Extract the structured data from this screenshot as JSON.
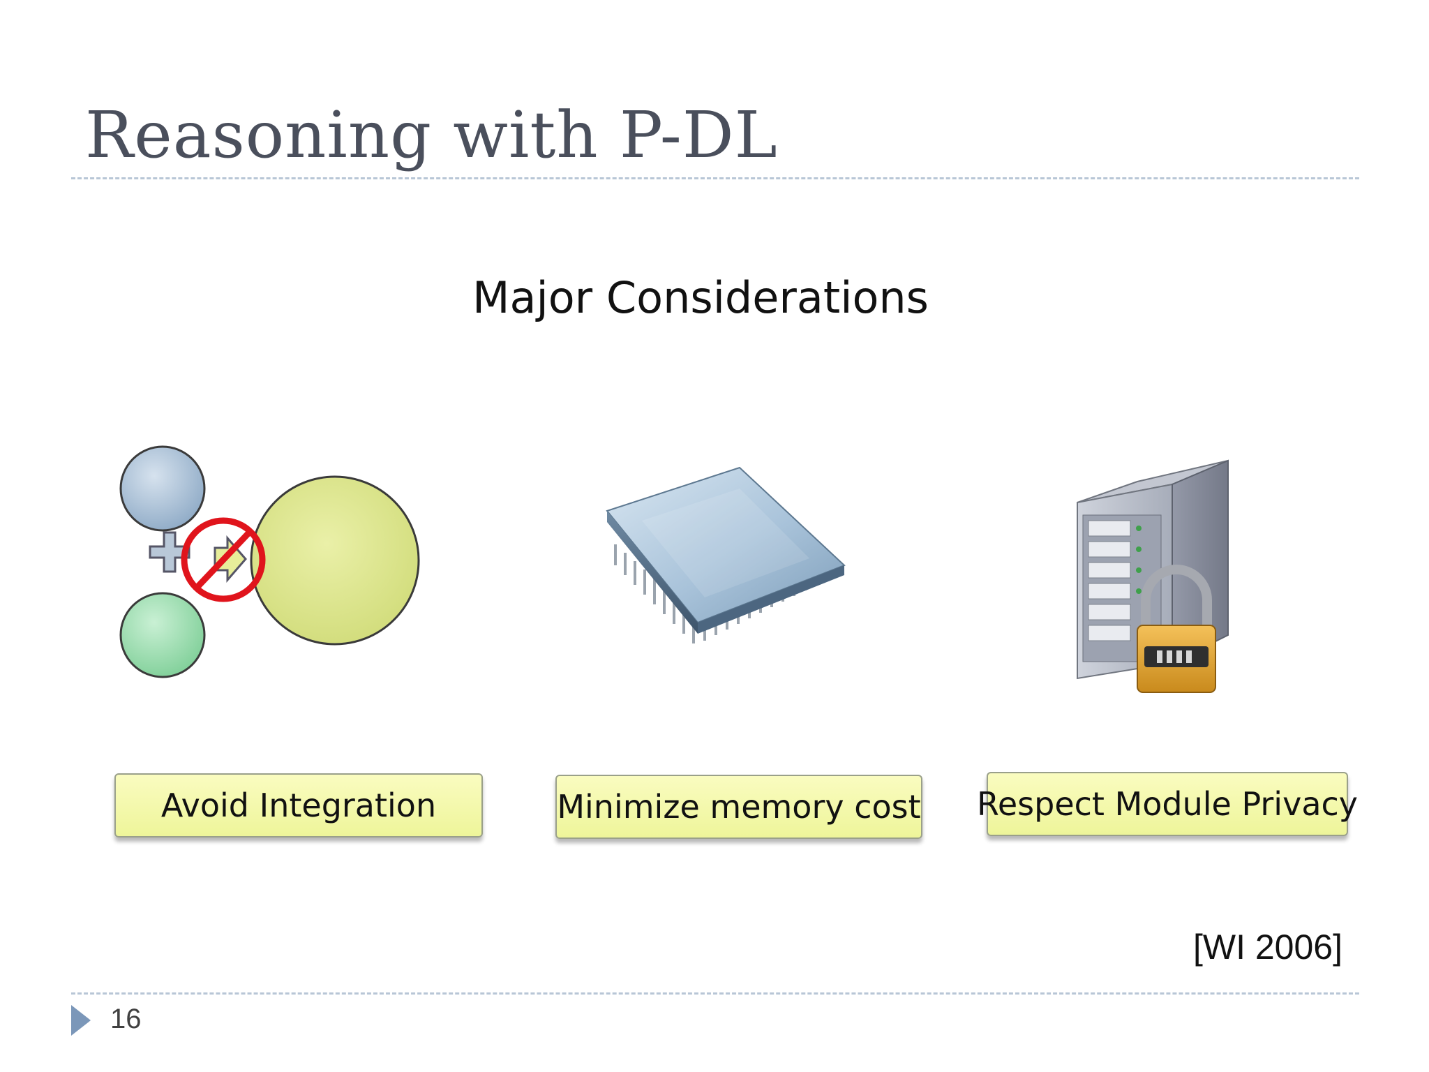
{
  "slide": {
    "title": "Reasoning with P-DL",
    "subtitle": "Major Considerations",
    "items": [
      {
        "label": "Avoid Integration",
        "icon": "no-merge-icon"
      },
      {
        "label": "Minimize memory cost",
        "icon": "cpu-chip-icon"
      },
      {
        "label": "Respect Module Privacy",
        "icon": "locked-server-icon"
      }
    ],
    "citation": "[WI 2006]",
    "page_number": "16"
  },
  "colors": {
    "title": "#4a4f5c",
    "rule": "#b8c6d6",
    "label_fill": "#f3f8a8",
    "nav_arrow": "#7b97b9",
    "prohibition_red": "#e0141c"
  }
}
